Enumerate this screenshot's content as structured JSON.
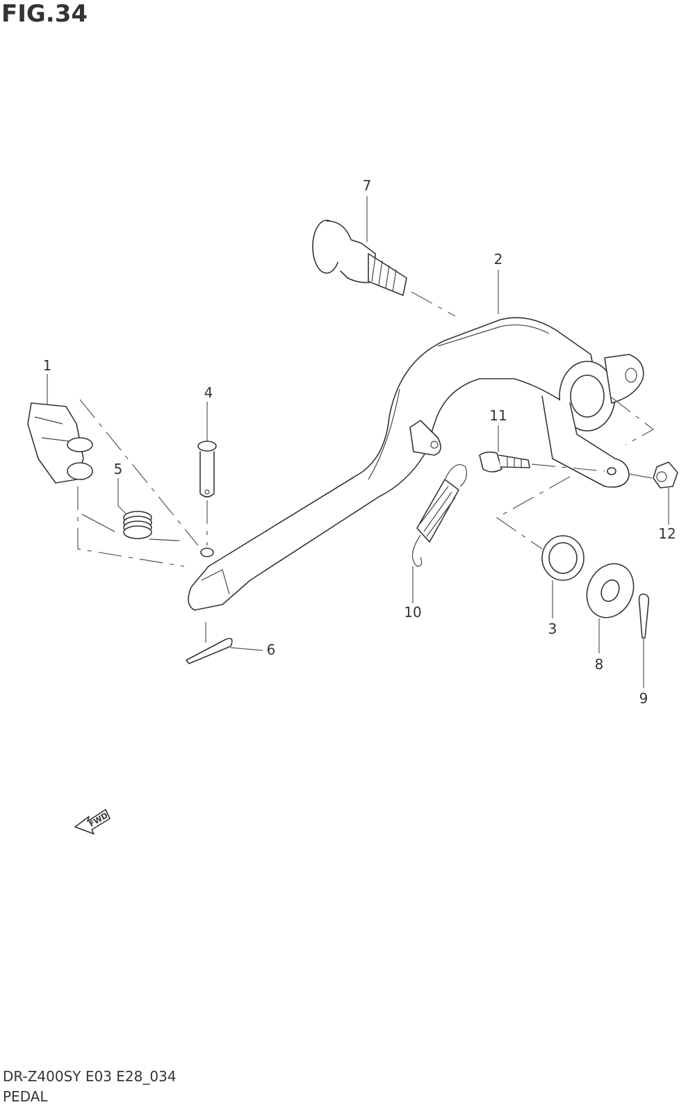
{
  "figure": {
    "title": "FIG.34",
    "model_code": "DR-Z400SY E03 E28_034",
    "section_name": "PEDAL"
  },
  "callouts": [
    "1",
    "2",
    "3",
    "4",
    "5",
    "6",
    "7",
    "8",
    "9",
    "10",
    "11",
    "12"
  ],
  "fwd_label": "FWD"
}
